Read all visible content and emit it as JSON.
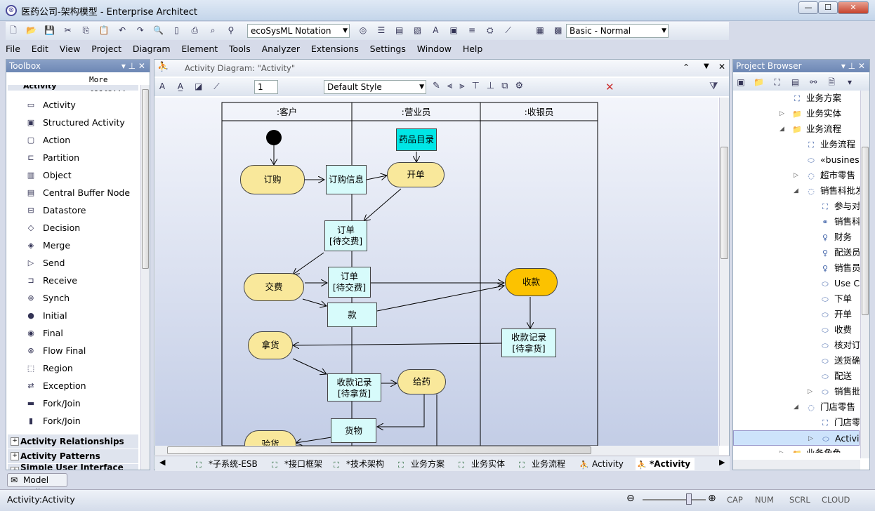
{
  "window": {
    "title": "医药公司-架构模型 - Enterprise Architect",
    "min": "—",
    "max": "☐",
    "close": "✕"
  },
  "toolbar": {
    "notation": "ecoSysML Notation",
    "workspace": "Basic - Normal"
  },
  "menu": [
    "File",
    "Edit",
    "View",
    "Project",
    "Diagram",
    "Element",
    "Tools",
    "Analyzer",
    "Extensions",
    "Settings",
    "Window",
    "Help"
  ],
  "toolbox": {
    "title": "Toolbox",
    "more_tools": "More tools...",
    "section_open": "Activity",
    "items": [
      {
        "label": "Activity",
        "icon": "activity-icon"
      },
      {
        "label": "Structured Activity",
        "icon": "structured-activity-icon"
      },
      {
        "label": "Action",
        "icon": "action-icon"
      },
      {
        "label": "Partition",
        "icon": "partition-icon"
      },
      {
        "label": "Object",
        "icon": "object-icon"
      },
      {
        "label": "Central Buffer Node",
        "icon": "buffer-icon"
      },
      {
        "label": "Datastore",
        "icon": "datastore-icon"
      },
      {
        "label": "Decision",
        "icon": "decision-icon"
      },
      {
        "label": "Merge",
        "icon": "merge-icon"
      },
      {
        "label": "Send",
        "icon": "send-icon"
      },
      {
        "label": "Receive",
        "icon": "receive-icon"
      },
      {
        "label": "Synch",
        "icon": "synch-icon"
      },
      {
        "label": "Initial",
        "icon": "initial-icon"
      },
      {
        "label": "Final",
        "icon": "final-icon"
      },
      {
        "label": "Flow Final",
        "icon": "flow-final-icon"
      },
      {
        "label": "Region",
        "icon": "region-icon"
      },
      {
        "label": "Exception",
        "icon": "exception-icon"
      },
      {
        "label": "Fork/Join",
        "icon": "fork-h-icon"
      },
      {
        "label": "Fork/Join",
        "icon": "fork-v-icon"
      }
    ],
    "sections": [
      "Activity Relationships",
      "Activity Patterns",
      "Simple User Interface"
    ]
  },
  "diagram": {
    "title": "Activity Diagram: \"Activity\"",
    "style": "Default Style",
    "line_width": "1",
    "lanes": [
      ":客户",
      ":营业员",
      ":收银员"
    ],
    "nodes": {
      "order": "订购",
      "order_info": "订购信息",
      "drug_catalog": "药品目录",
      "billing": "开单",
      "bill1_l1": "订单",
      "bill1_l2": "[待交费]",
      "pay": "交费",
      "bill2_l1": "订单",
      "bill2_l2": "[待交费]",
      "money": "款",
      "collect": "收款",
      "rec1_l1": "收款记录",
      "rec1_l2": "[待拿货]",
      "pickup": "拿货",
      "rec2_l1": "收款记录",
      "rec2_l2": "[待拿货]",
      "dispense": "给药",
      "goods": "货物",
      "inspect": "验货"
    },
    "tabs": [
      "*子系统-ESB",
      "*接口框架",
      "*技术架构",
      "业务方案",
      "业务实体",
      "业务流程",
      "Activity",
      "*Activity"
    ]
  },
  "browser": {
    "title": "Project Browser",
    "items": [
      "业务方案",
      "业务实体",
      "业务流程",
      "业务流程",
      "«busines",
      "超市零售",
      "销售科批发",
      "参与对",
      "销售科",
      "财务",
      "配送员",
      "销售员",
      "Use C",
      "下单",
      "开单",
      "收费",
      "核对订",
      "送货确",
      "配送",
      "销售批",
      "门店零售",
      "门店零",
      "Activit",
      "业务角色"
    ]
  },
  "model_mail": "Model Mail",
  "status": {
    "left": "Activity:Activity",
    "cap": "CAP",
    "num": "NUM",
    "scrl": "SCRL",
    "cloud": "CLOUD"
  }
}
